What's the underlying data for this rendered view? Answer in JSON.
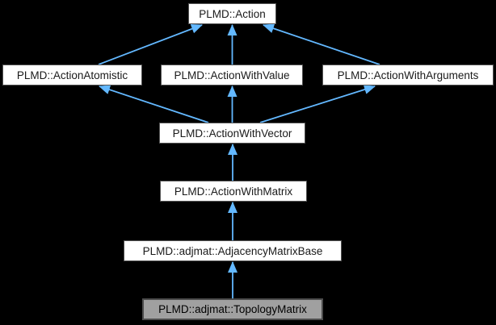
{
  "diagram": {
    "type": "inheritance-graph",
    "nodes": {
      "action": {
        "label": "PLMD::Action"
      },
      "atomistic": {
        "label": "PLMD::ActionAtomistic"
      },
      "withvalue": {
        "label": "PLMD::ActionWithValue"
      },
      "witharguments": {
        "label": "PLMD::ActionWithArguments"
      },
      "withvector": {
        "label": "PLMD::ActionWithVector"
      },
      "withmatrix": {
        "label": "PLMD::ActionWithMatrix"
      },
      "adjacencybase": {
        "label": "PLMD::adjmat::AdjacencyMatrixBase"
      },
      "topology": {
        "label": "PLMD::adjmat::TopologyMatrix",
        "highlighted": true
      }
    },
    "edges": [
      {
        "from": "PLMD::ActionAtomistic",
        "to": "PLMD::Action"
      },
      {
        "from": "PLMD::ActionWithValue",
        "to": "PLMD::Action"
      },
      {
        "from": "PLMD::ActionWithArguments",
        "to": "PLMD::Action"
      },
      {
        "from": "PLMD::ActionWithVector",
        "to": "PLMD::ActionAtomistic"
      },
      {
        "from": "PLMD::ActionWithVector",
        "to": "PLMD::ActionWithValue"
      },
      {
        "from": "PLMD::ActionWithVector",
        "to": "PLMD::ActionWithArguments"
      },
      {
        "from": "PLMD::ActionWithMatrix",
        "to": "PLMD::ActionWithVector"
      },
      {
        "from": "PLMD::adjmat::AdjacencyMatrixBase",
        "to": "PLMD::ActionWithMatrix"
      },
      {
        "from": "PLMD::adjmat::TopologyMatrix",
        "to": "PLMD::adjmat::AdjacencyMatrixBase"
      }
    ],
    "colors": {
      "background": "#000000",
      "arrow": "#63b8ff",
      "node_background": "#ffffff",
      "node_border": "#545454",
      "node_text": "#1a1a1a",
      "highlight_background": "#a0a0a0"
    }
  }
}
